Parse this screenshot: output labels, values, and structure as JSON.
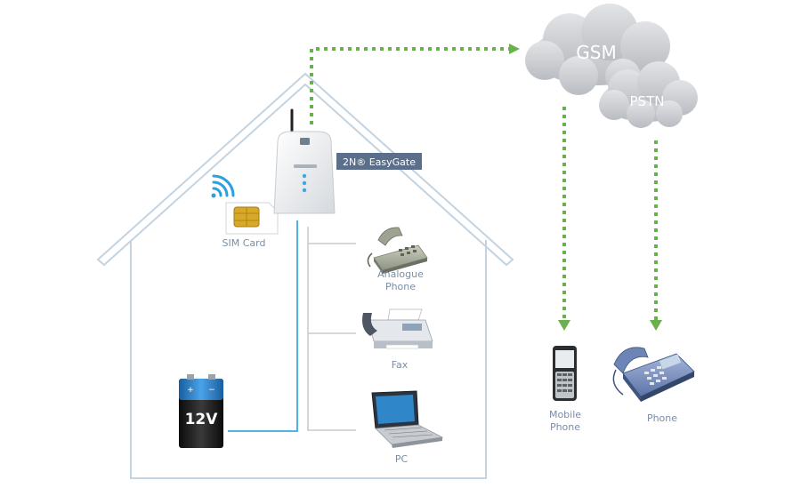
{
  "labels": {
    "gsm": "GSM",
    "pstn": "PSTN",
    "device": "2N® EasyGate",
    "sim_card": "SIM Card",
    "analogue_phone_line1": "Analogue",
    "analogue_phone_line2": "Phone",
    "fax": "Fax",
    "pc": "PC",
    "battery": "12V",
    "mobile_phone_line1": "Mobile",
    "mobile_phone_line2": "Phone",
    "phone": "Phone"
  },
  "icons": {
    "wifi": "wifi-signal-icon",
    "sim": "sim-card-icon",
    "gateway": "gateway-device-icon",
    "analogue_phone": "desk-phone-icon",
    "fax": "fax-machine-icon",
    "pc": "laptop-icon",
    "battery": "battery-icon",
    "mobile": "mobile-phone-icon",
    "phone": "office-phone-icon"
  },
  "colors": {
    "dashed_link": "#6ab04c",
    "house_outline": "#c4d3e0",
    "power_wire": "#3aa9df",
    "label_text": "#7a8da6",
    "device_badge": "#5b6f8a",
    "cloud": "#c5c7cb"
  }
}
